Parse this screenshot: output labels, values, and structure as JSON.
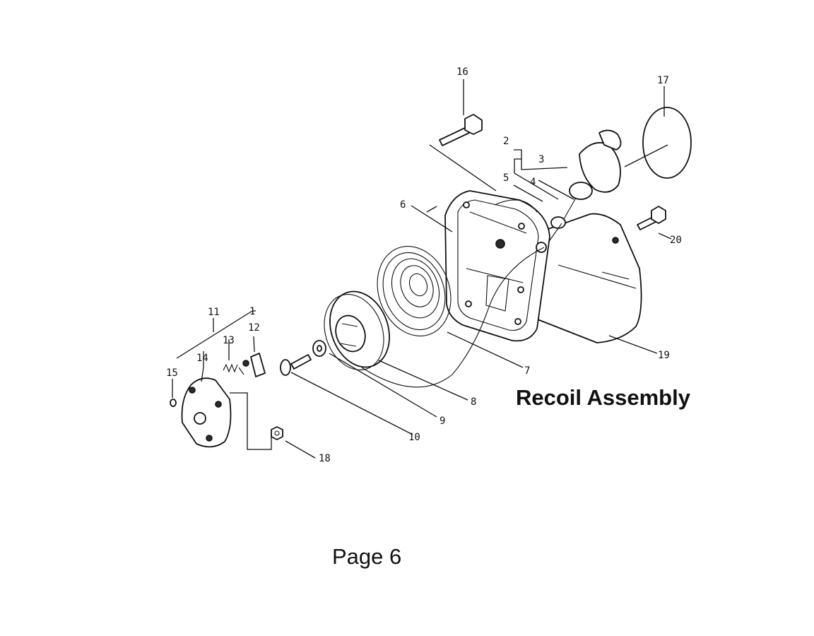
{
  "diagram": {
    "caption": "Recoil Assembly",
    "page_label": "Page 6",
    "parts": [
      {
        "id": "p1",
        "number": "1"
      },
      {
        "id": "p2",
        "number": "2"
      },
      {
        "id": "p3",
        "number": "3"
      },
      {
        "id": "p4",
        "number": "4"
      },
      {
        "id": "p5",
        "number": "5"
      },
      {
        "id": "p6",
        "number": "6"
      },
      {
        "id": "p7",
        "number": "7"
      },
      {
        "id": "p8",
        "number": "8"
      },
      {
        "id": "p9",
        "number": "9"
      },
      {
        "id": "p10",
        "number": "10"
      },
      {
        "id": "p11",
        "number": "11"
      },
      {
        "id": "p12",
        "number": "12"
      },
      {
        "id": "p13",
        "number": "13"
      },
      {
        "id": "p14",
        "number": "14"
      },
      {
        "id": "p15",
        "number": "15"
      },
      {
        "id": "p16",
        "number": "16"
      },
      {
        "id": "p17",
        "number": "17"
      },
      {
        "id": "p18",
        "number": "18"
      },
      {
        "id": "p19",
        "number": "19"
      },
      {
        "id": "p20",
        "number": "20"
      }
    ]
  }
}
